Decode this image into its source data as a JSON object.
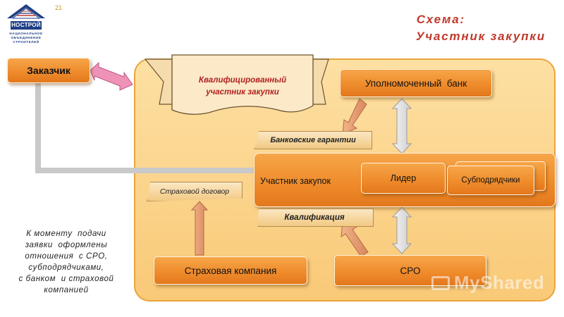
{
  "header": {
    "logo_name": "НОСТРОЙ",
    "logo_line1": "НАЦИОНАЛЬНОЕ",
    "logo_line2": "ОБЪЕДИНЕНИЕ",
    "logo_line3": "СТРОИТЕЛЕЙ",
    "page_number": "21",
    "title_line1": "Схема:",
    "title_line2": "Участник закупки"
  },
  "diagram": {
    "customer": "Заказчик",
    "qualified_participant_line1": "Квалифицированный",
    "qualified_participant_line2": "участник закупки",
    "bank": "Уполномоченный  банк",
    "bank_guarantees": "Банковские гарантии",
    "participants": "Участник закупок",
    "leader": "Лидер",
    "subcontractors": "Субподрядчики",
    "insurance_contract": "Страховой договор",
    "qualification": "Квалификация",
    "insurance_company": "Страховая компания",
    "sro": "СРО"
  },
  "note": {
    "line1": "К моменту  подачи",
    "line2": "заявки  оформлены",
    "line3": "отношения  с СРО,",
    "line4": "субподрядчиками,",
    "line5": "с банком  и страховой",
    "line6": "компанией"
  },
  "watermark": "MyShared",
  "colors": {
    "accent_title": "#c0392b",
    "box_orange": "#ee8a2a",
    "panel_fill": "#fbd48a",
    "logo_blue": "#1f3f86"
  }
}
